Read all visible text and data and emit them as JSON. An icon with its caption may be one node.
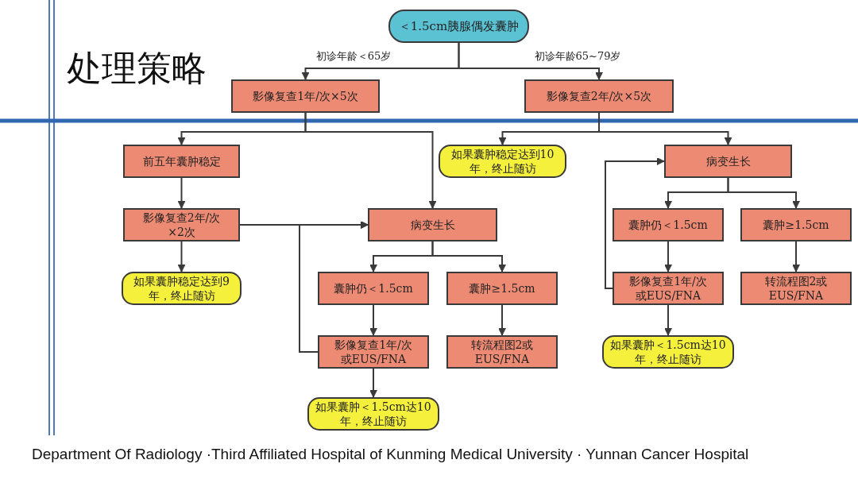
{
  "diagram": {
    "title": "处理策略",
    "nodes": [
      {
        "text": [
          "＜1.5cm胰腺偶发囊肿"
        ]
      },
      {
        "text": [
          "影像复查1年/次×5次"
        ]
      },
      {
        "text": [
          "影像复查2年/次×5次"
        ]
      },
      {
        "text": [
          "前五年囊肿稳定"
        ]
      },
      {
        "text": [
          "如果囊肿稳定达到10年，终止随访"
        ]
      },
      {
        "text": [
          "病变生长"
        ]
      },
      {
        "text": [
          "影像复查2年/次×2次"
        ]
      },
      {
        "text": [
          "病变生长"
        ]
      },
      {
        "text": [
          "囊肿仍＜1.5cm"
        ]
      },
      {
        "text": [
          "囊肿≥1.5cm"
        ]
      },
      {
        "text": [
          "如果囊肿稳定达到9年，终止随访"
        ]
      },
      {
        "text": [
          "囊肿仍＜1.5cm"
        ]
      },
      {
        "text": [
          "囊肿≥1.5cm"
        ]
      },
      {
        "text": [
          "影像复查1年/次或EUS/FNA"
        ]
      },
      {
        "text": [
          "转流程图2或EUS/FNA"
        ]
      },
      {
        "text": [
          "影像复查1年/次或EUS/FNA"
        ]
      },
      {
        "text": [
          "转流程图2或EUS/FNA"
        ]
      },
      {
        "text": [
          "如果囊肿＜1.5cm达10年，终止随访"
        ]
      },
      {
        "text": [
          "如果囊肿＜1.5cm达10年，终止随访"
        ]
      }
    ],
    "edges": [
      {
        "from": 0,
        "to": 1,
        "arrow": "to",
        "label": "初诊年龄＜65岁"
      },
      {
        "from": 0,
        "to": 2,
        "arrow": "to",
        "label": "初诊年龄65~79岁"
      },
      {
        "from": 1,
        "to": 3,
        "arrow": "to"
      },
      {
        "from": 1,
        "to": 7,
        "arrow": "to"
      },
      {
        "from": 2,
        "to": 4,
        "arrow": "to"
      },
      {
        "from": 2,
        "to": 5,
        "arrow": "to"
      },
      {
        "from": 3,
        "to": 6,
        "arrow": "to"
      },
      {
        "from": 6,
        "to": 7,
        "arrow": "to"
      },
      {
        "from": 6,
        "to": 10,
        "arrow": "to"
      },
      {
        "from": 7,
        "to": 11,
        "arrow": "to"
      },
      {
        "from": 7,
        "to": 12,
        "arrow": "to"
      },
      {
        "from": 11,
        "to": 15,
        "arrow": "to"
      },
      {
        "from": 12,
        "to": 16,
        "arrow": "to"
      },
      {
        "from": 15,
        "to": 7,
        "arrow": "to"
      },
      {
        "from": 15,
        "to": 18,
        "arrow": "to"
      },
      {
        "from": 5,
        "to": 8,
        "arrow": "to"
      },
      {
        "from": 5,
        "to": 9,
        "arrow": "to"
      },
      {
        "from": 8,
        "to": 13,
        "arrow": "to"
      },
      {
        "from": 9,
        "to": 14,
        "arrow": "to"
      },
      {
        "from": 13,
        "to": 5,
        "arrow": "to"
      },
      {
        "from": 13,
        "to": 17,
        "arrow": "to"
      }
    ],
    "labels": [
      "Department Of Radiology ·Third Affiliated Hospital of Kunming Medical University · Yunnan Cancer Hospital"
    ]
  }
}
